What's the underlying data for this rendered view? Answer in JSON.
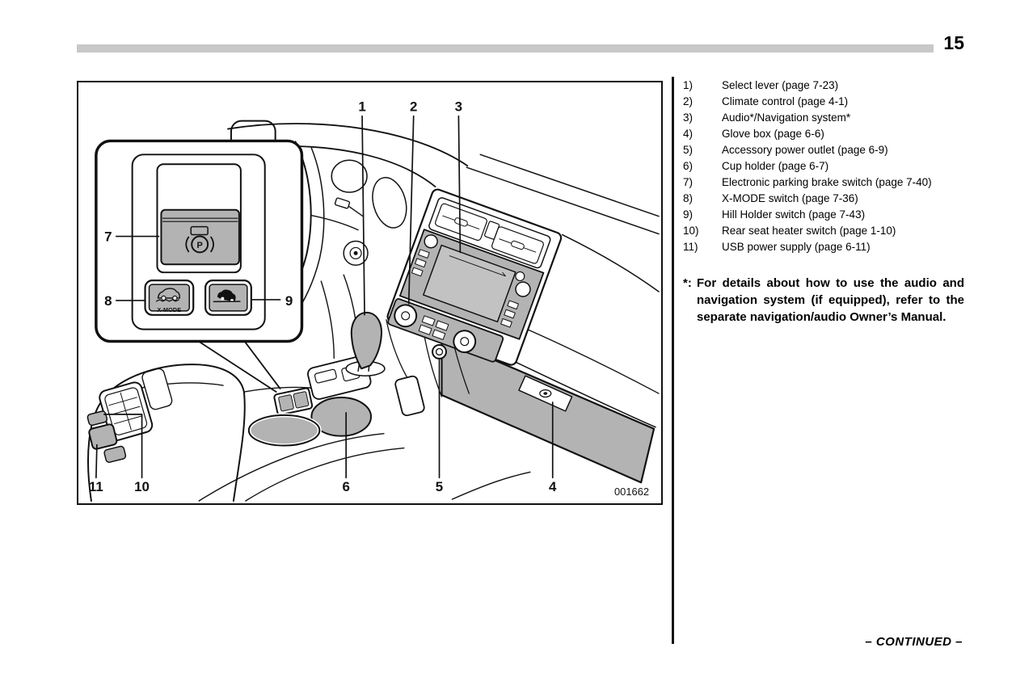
{
  "page": {
    "number": "15",
    "continued_label": "– CONTINUED –"
  },
  "legend": {
    "items": [
      {
        "num": "1)",
        "label": "Select lever (page 7-23)"
      },
      {
        "num": "2)",
        "label": "Climate control (page 4-1)"
      },
      {
        "num": "3)",
        "label": "Audio*/Navigation system*"
      },
      {
        "num": "4)",
        "label": "Glove box (page 6-6)"
      },
      {
        "num": "5)",
        "label": "Accessory power outlet (page 6-9)"
      },
      {
        "num": "6)",
        "label": "Cup holder (page 6-7)"
      },
      {
        "num": "7)",
        "label": "Electronic parking brake switch (page 7-40)"
      },
      {
        "num": "8)",
        "label": "X-MODE switch (page 7-36)"
      },
      {
        "num": "9)",
        "label": "Hill Holder switch (page 7-43)"
      },
      {
        "num": "10)",
        "label": "Rear seat heater switch (page 1-10)"
      },
      {
        "num": "11)",
        "label": "USB power supply (page 6-11)"
      }
    ]
  },
  "footnote": {
    "marker": "*:",
    "text": "For details about how to use the audio and navigation system (if equipped), refer to the separate navigation/audio Owner’s Manual."
  },
  "figure": {
    "code": "001662",
    "callouts": {
      "c1": "1",
      "c2": "2",
      "c3": "3",
      "c4": "4",
      "c5": "5",
      "c6": "6",
      "c7": "7",
      "c8": "8",
      "c9": "9",
      "c10": "10",
      "c11": "11"
    },
    "inset": {
      "xmode_label": "X-MODE",
      "parking_symbol": "P"
    },
    "colors": {
      "component_gray": "#b3b3b3",
      "screen_gray": "#c2c2c2",
      "line": "#111111",
      "bar_gray": "#c8c8c8"
    }
  }
}
